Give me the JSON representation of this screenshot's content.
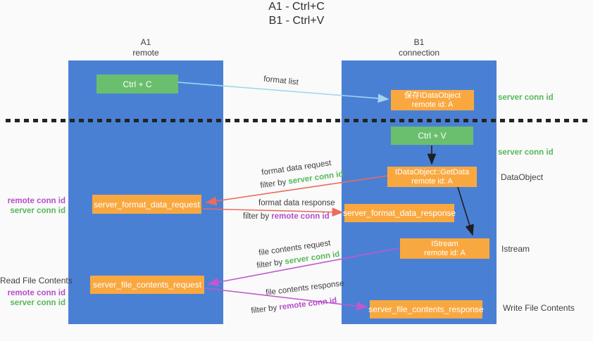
{
  "title": {
    "line1": "A1 - Ctrl+C",
    "line2": "B1 - Ctrl+V"
  },
  "lanes": {
    "a1": {
      "id": "A1",
      "label": "remote"
    },
    "b1": {
      "id": "B1",
      "label": "connection"
    }
  },
  "nodes": {
    "ctrl_c": {
      "label": "Ctrl + C"
    },
    "save_dataobject": {
      "line1": "保存IDataObject",
      "line2": "remote id: A"
    },
    "ctrl_v": {
      "label": "Ctrl + V"
    },
    "getdata": {
      "line1": "IDataObject::GetData",
      "line2": "remote id: A"
    },
    "format_request": {
      "label": "server_format_data_request"
    },
    "format_response": {
      "label": "server_format_data_response"
    },
    "istream": {
      "line1": "IStream",
      "line2": "remote id: A"
    },
    "file_request": {
      "label": "server_file_contents_request"
    },
    "file_response": {
      "label": "server_file_contents_response"
    }
  },
  "side_labels": {
    "server_conn_id_top": "server conn id",
    "server_conn_id_mid": "server conn id",
    "dataobject": "DataObject",
    "istream": "Istream",
    "write_file_contents": "Write File Contents",
    "read_file_contents": "Read File Contents",
    "grp1_remote_conn_id": "remote conn id",
    "grp1_server_conn_id": "server conn id",
    "grp2_remote_conn_id": "remote conn id",
    "grp2_server_conn_id": "server conn id"
  },
  "edge_labels": {
    "format_list": "format list",
    "format_data_request": "format data request",
    "filter1_prefix": "filter by ",
    "filter1_key": "server conn id",
    "format_data_response": "format data response",
    "filter2_prefix": "filter by ",
    "filter2_key": "remote conn id",
    "file_contents_request": "file contents request",
    "filter3_prefix": "filter by ",
    "filter3_key": "server conn id",
    "file_contents_response": "file contents response",
    "filter4_prefix": "filter by ",
    "filter4_key": "remote conn id"
  },
  "colors": {
    "lane_blue": "#4a80d4",
    "box_green": "#6abf6e",
    "box_orange": "#f9a840",
    "green_text": "#56b75b",
    "purple_text": "#b44fc8",
    "arrow_red": "#ec6a5e",
    "arrow_violet": "#c058ce",
    "arrow_light_blue": "#a3d5ef",
    "arrow_black": "#1f1f1f"
  }
}
